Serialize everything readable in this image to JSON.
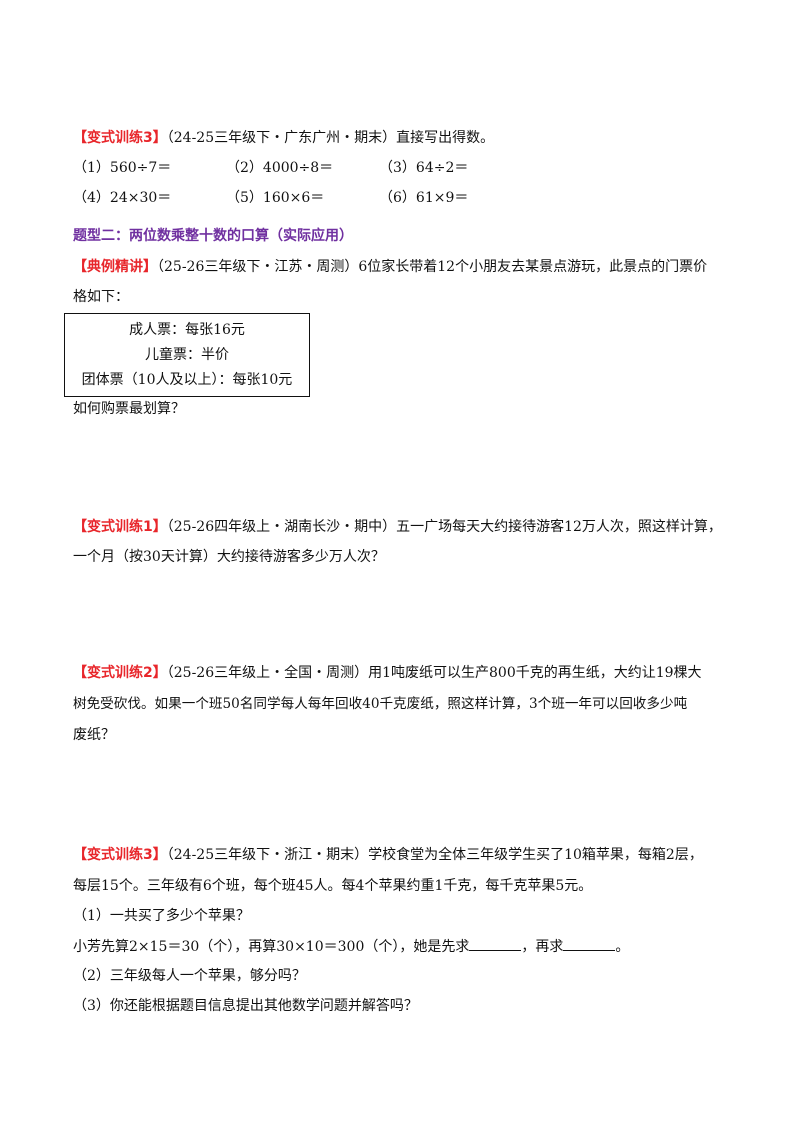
{
  "practice_top": {
    "tag": "【变式训练3】",
    "source": "（24-25三年级下・广东广州・期末）直接写出得数。",
    "items": [
      "（1）560÷7＝",
      "（2）4000÷8＝",
      "（3）64÷2＝",
      "（4）24×30＝",
      "（5）160×6＝",
      "（6）61×9＝"
    ]
  },
  "section_title": "题型二：两位数乘整十数的口算（实际应用）",
  "example": {
    "tag": "【典例精讲】",
    "line1": "（25-26三年级下・江苏・周测）6位家长带着12个小朋友去某景点游玩，此景点的门票价",
    "line2": "格如下：",
    "ticket_box": [
      "成人票：每张16元",
      "儿童票：半价",
      "团体票（10人及以上）：每张10元"
    ],
    "question": "如何购票最划算？"
  },
  "practice1": {
    "tag": "【变式训练1】",
    "line1": "（25-26四年级上・湖南长沙・期中）五一广场每天大约接待游客12万人次，照这样计算，",
    "line2": "一个月（按30天计算）大约接待游客多少万人次？"
  },
  "practice2": {
    "tag": "【变式训练2】",
    "line1": "（25-26三年级上・全国・周测）用1吨废纸可以生产800千克的再生纸，大约让19棵大",
    "line2": "树免受砍伐。如果一个班50名同学每人每年回收40千克废纸，照这样计算，3个班一年可以回收多少吨",
    "line3": "废纸？"
  },
  "practice3": {
    "tag": "【变式训练3】",
    "line1": "（24-25三年级下・浙江・期末）学校食堂为全体三年级学生买了10箱苹果，每箱2层，",
    "line2": "每层15个。三年级有6个班，每个班45人。每4个苹果约重1千克，每千克苹果5元。",
    "q1": "（1）一共买了多少个苹果？",
    "q1_hint_a": "小芳先算2×15＝30（个），再算30×10＝300（个），她是先求",
    "q1_hint_b": "，再求",
    "q1_hint_c": "。",
    "q2": "（2）三年级每人一个苹果，够分吗？",
    "q3": "（3）你还能根据题目信息提出其他数学问题并解答吗？"
  }
}
